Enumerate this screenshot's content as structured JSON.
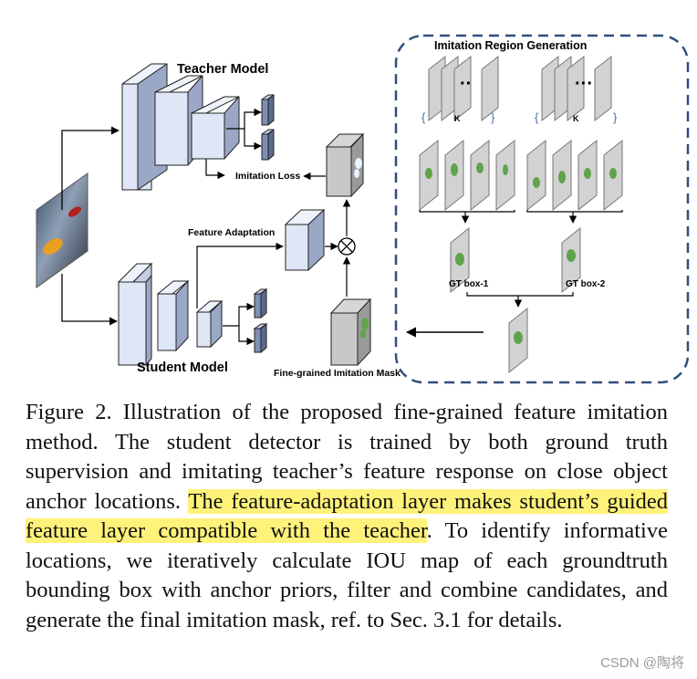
{
  "figure": {
    "teacher_label": "Teacher Model",
    "student_label": "Student Model",
    "imitation_loss_label": "Imitation Loss",
    "feature_adaptation_label": "Feature Adaptation",
    "mask_label": "Fine-grained Imitation Mask",
    "region_title": "Imitation Region Generation",
    "dots_left": "··",
    "dots_right": "···",
    "k_left": "K",
    "k_right": "K",
    "gt_box_1": "GT box-1",
    "gt_box_2": "GT box-2",
    "dashed_border_color": "#2f4f80",
    "block_fill": "#dfe6f5",
    "mask_green": "#5fa34a"
  },
  "caption": {
    "part1": "Figure 2. Illustration of the proposed fine-grained feature imitation method. The student detector is trained by both ground truth supervision and imitating teacher’s feature response on close object anchor locations. ",
    "highlight": "The feature-adaptation layer makes student’s guided feature layer compatible with the teacher",
    "part2": ". To identify informative locations, we iteratively calculate IOU map of each groundtruth bounding box with anchor priors, filter and combine candidates, and generate the final imitation mask, ref. to Sec. 3.1 for details."
  },
  "watermark": "CSDN @陶将"
}
